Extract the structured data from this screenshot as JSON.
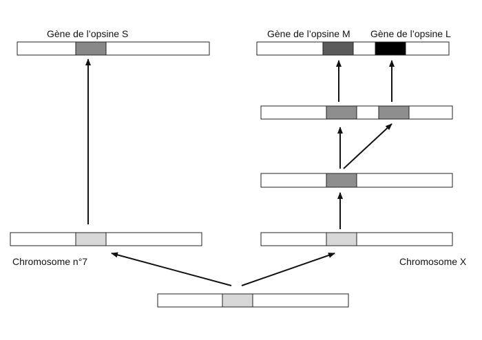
{
  "labels": {
    "opsin_s": "Gène de l’opsine S",
    "opsin_m": "Gène de l’opsine M",
    "opsin_l": "Gène de l’opsine L",
    "chromosome_7": "Chromosome n°7",
    "chromosome_x": "Chromosome X"
  },
  "colors": {
    "ancestral_gene": "#d7d7d7",
    "intermediate_gene": "#8e8e8e",
    "opsin_s_gene": "#888888",
    "opsin_m_gene": "#5a5a5a",
    "opsin_l_gene": "#000000",
    "chromosome_fill": "#ffffff",
    "outline": "#222222"
  }
}
